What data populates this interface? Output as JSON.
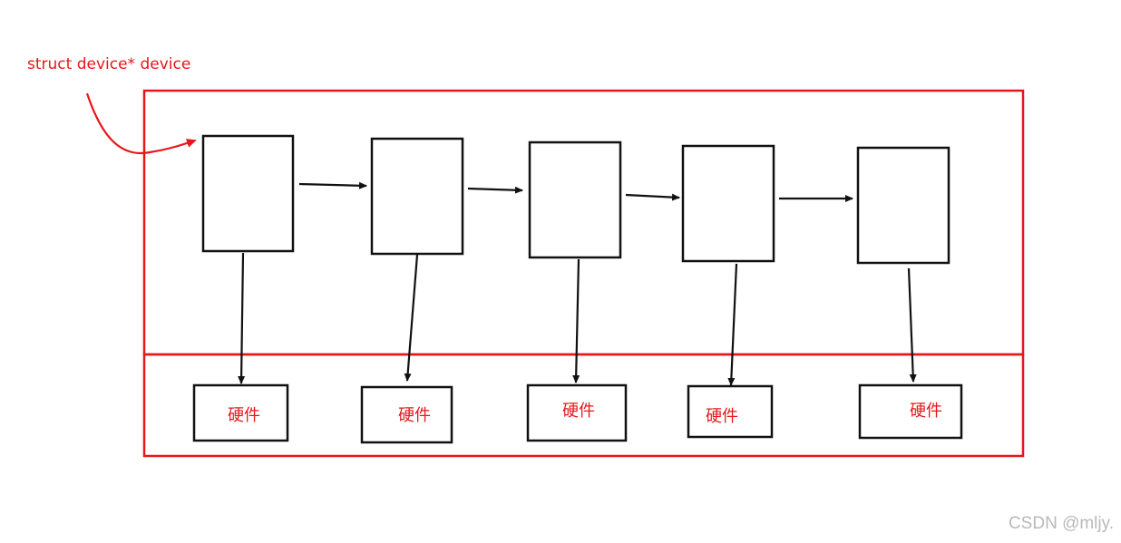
{
  "pointer_label": "struct device* device",
  "hardware_label": "硬件",
  "device_count": 5,
  "colors": {
    "outline": "#e8161b",
    "node": "#111111",
    "text": "#e8161b",
    "watermark": "#b9b9b9"
  },
  "watermark": "CSDN @mljy."
}
